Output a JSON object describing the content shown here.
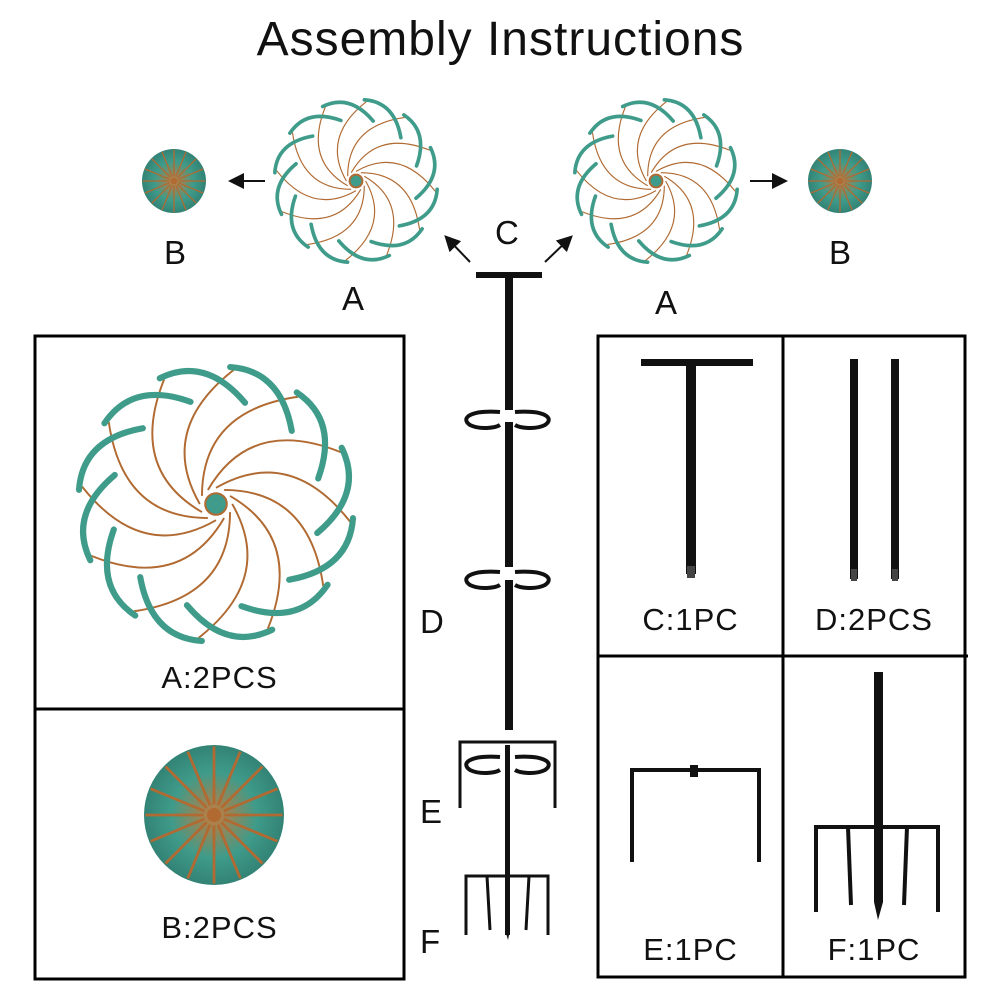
{
  "title": "Assembly Instructions",
  "labels": {
    "b_left": "B",
    "a_left": "A",
    "c_center": "C",
    "a_right": "A",
    "b_right": "B",
    "d": "D",
    "e": "E",
    "f": "F"
  },
  "parts": {
    "a": "A:2PCS",
    "b": "B:2PCS",
    "c": "C:1PC",
    "d": "D:2PCS",
    "e": "E:1PC",
    "f": "F:1PC"
  },
  "colors": {
    "patina": "#3f9b8a",
    "copper": "#b06a32",
    "rod": "#111111",
    "frame": "#000000"
  }
}
